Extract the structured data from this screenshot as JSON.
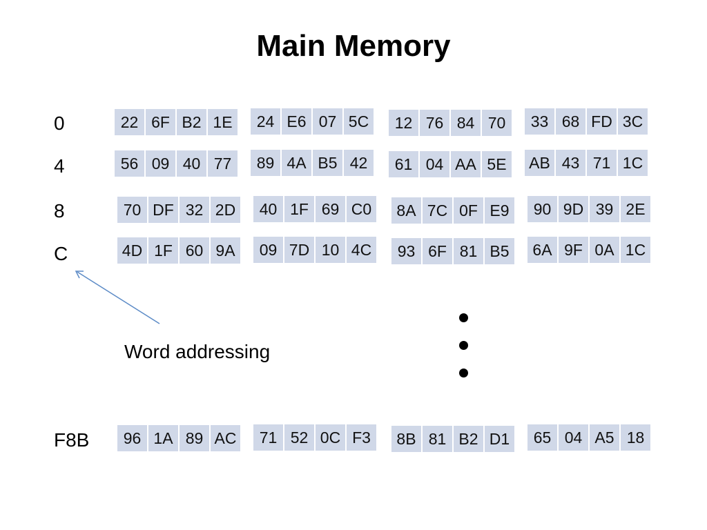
{
  "title": "Main Memory",
  "caption": "Word addressing",
  "rows": [
    {
      "address": "0",
      "words": [
        [
          "22",
          "6F",
          "B2",
          "1E"
        ],
        [
          "24",
          "E6",
          "07",
          "5C"
        ],
        [
          "12",
          "76",
          "84",
          "70"
        ],
        [
          "33",
          "68",
          "FD",
          "3C"
        ]
      ]
    },
    {
      "address": "4",
      "words": [
        [
          "56",
          "09",
          "40",
          "77"
        ],
        [
          "89",
          "4A",
          "B5",
          "42"
        ],
        [
          "61",
          "04",
          "AA",
          "5E"
        ],
        [
          "AB",
          "43",
          "71",
          "1C"
        ]
      ]
    },
    {
      "address": "8",
      "words": [
        [
          "70",
          "DF",
          "32",
          "2D"
        ],
        [
          "40",
          "1F",
          "69",
          "C0"
        ],
        [
          "8A",
          "7C",
          "0F",
          "E9"
        ],
        [
          "90",
          "9D",
          "39",
          "2E"
        ]
      ]
    },
    {
      "address": "C",
      "words": [
        [
          "4D",
          "1F",
          "60",
          "9A"
        ],
        [
          "09",
          "7D",
          "10",
          "4C"
        ],
        [
          "93",
          "6F",
          "81",
          "B5"
        ],
        [
          "6A",
          "9F",
          "0A",
          "1C"
        ]
      ]
    },
    {
      "address": "F8B",
      "words": [
        [
          "96",
          "1A",
          "89",
          "AC"
        ],
        [
          "71",
          "52",
          "0C",
          "F3"
        ],
        [
          "8B",
          "81",
          "B2",
          "D1"
        ],
        [
          "65",
          "04",
          "A5",
          "18"
        ]
      ]
    }
  ],
  "colors": {
    "cell_fill": "#d0d8e8",
    "arrow": "#5b8ac6"
  }
}
